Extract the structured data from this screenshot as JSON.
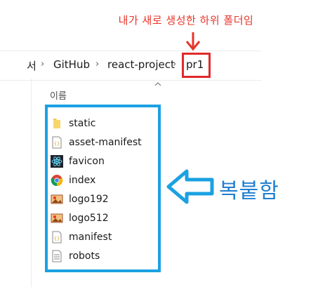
{
  "annotations": {
    "top_note": "내가 새로 생성한 하위 폴더임",
    "side_note": "복붙함",
    "top_color": "#e8342a",
    "side_color": "#1f7fd0",
    "box_color": "#1ba1e2"
  },
  "breadcrumb": {
    "partial": "서",
    "separator": "›",
    "items": [
      "GitHub",
      "react-project",
      "pr1"
    ]
  },
  "column_header": {
    "name_label": "이름"
  },
  "files": [
    {
      "name": "static",
      "icon": "folder-icon"
    },
    {
      "name": "asset-manifest",
      "icon": "json-file-icon"
    },
    {
      "name": "favicon",
      "icon": "react-favicon-icon"
    },
    {
      "name": "index",
      "icon": "chrome-html-icon"
    },
    {
      "name": "logo192",
      "icon": "png-image-icon"
    },
    {
      "name": "logo512",
      "icon": "png-image-icon"
    },
    {
      "name": "manifest",
      "icon": "json-file-icon"
    },
    {
      "name": "robots",
      "icon": "text-file-icon"
    }
  ]
}
